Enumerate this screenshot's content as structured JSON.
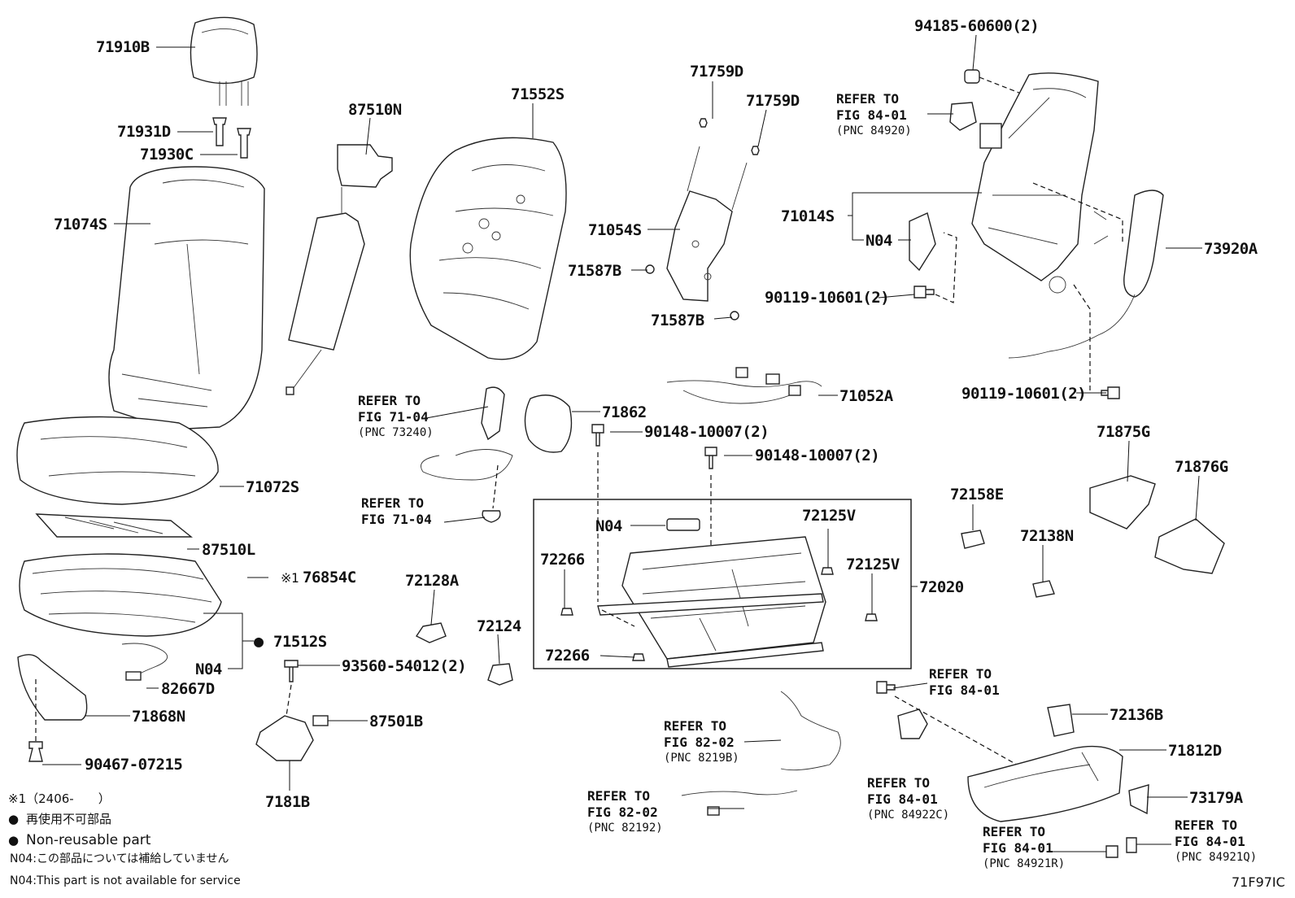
{
  "labels": {
    "p71910B": "71910B",
    "p71931D": "71931D",
    "p71930C": "71930C",
    "p71074S": "71074S",
    "p87510N": "87510N",
    "p71552S": "71552S",
    "p71072S": "71072S",
    "p87510L": "87510L",
    "p76854C": "76854C",
    "p71512S": "71512S",
    "p82667D": "82667D",
    "p71868N": "71868N",
    "p90467": "90467-07215",
    "p71759D_a": "71759D",
    "p71759D_b": "71759D",
    "p71054S": "71054S",
    "p71587B_a": "71587B",
    "p71587B_b": "71587B",
    "p94185": "94185-60600(2)",
    "p71014S": "71014S",
    "p73920A": "73920A",
    "p90119_a": "90119-10601(2)",
    "p90119_b": "90119-10601(2)",
    "p71052A": "71052A",
    "p71862": "71862",
    "p90148_a": "90148-10007(2)",
    "p90148_b": "90148-10007(2)",
    "p72128A": "72128A",
    "p72124": "72124",
    "p72266_a": "72266",
    "p72266_b": "72266",
    "p72125V_a": "72125V",
    "p72125V_b": "72125V",
    "p72020": "72020",
    "p93560": "93560-54012(2)",
    "p87501B": "87501B",
    "p7181B": "7181B",
    "p72158E": "72158E",
    "p72138N": "72138N",
    "p71875G": "71875G",
    "p71876G": "71876G",
    "p72136B": "72136B",
    "p71812D": "71812D",
    "p73179A": "73179A",
    "n04_a": "N04",
    "n04_b": "N04",
    "n04_c": "N04"
  },
  "refs": {
    "refer_to": "REFER TO",
    "r1_fig": "FIG 84-01",
    "r1_pnc": "(PNC 84920)",
    "r2_fig": "FIG 71-04",
    "r2_pnc": "(PNC 73240)",
    "r3_fig": "FIG 71-04",
    "r4_fig": "FIG 84-01",
    "r5_fig": "FIG 82-02",
    "r5_pnc": "(PNC 8219B)",
    "r6_fig": "FIG 82-02",
    "r6_pnc": "(PNC 82192)",
    "r7_fig": "FIG 84-01",
    "r7_pnc": "(PNC 84922C)",
    "r8_fig": "FIG 84-01",
    "r8_pnc": "(PNC 84921R)",
    "r9_fig": "FIG 84-01",
    "r9_pnc": "(PNC 84921Q)"
  },
  "marks": {
    "note1_symbol": "※1",
    "bullet": "●"
  },
  "notes": {
    "note1": "※1（2406-　　）",
    "non_reusable_jp": "再使用不可部品",
    "non_reusable_en": "Non-reusable part",
    "n04_jp": "N04:この部品については補給していません",
    "n04_en": "N04:This part is not available for service"
  },
  "figure_code": "71F97IC"
}
